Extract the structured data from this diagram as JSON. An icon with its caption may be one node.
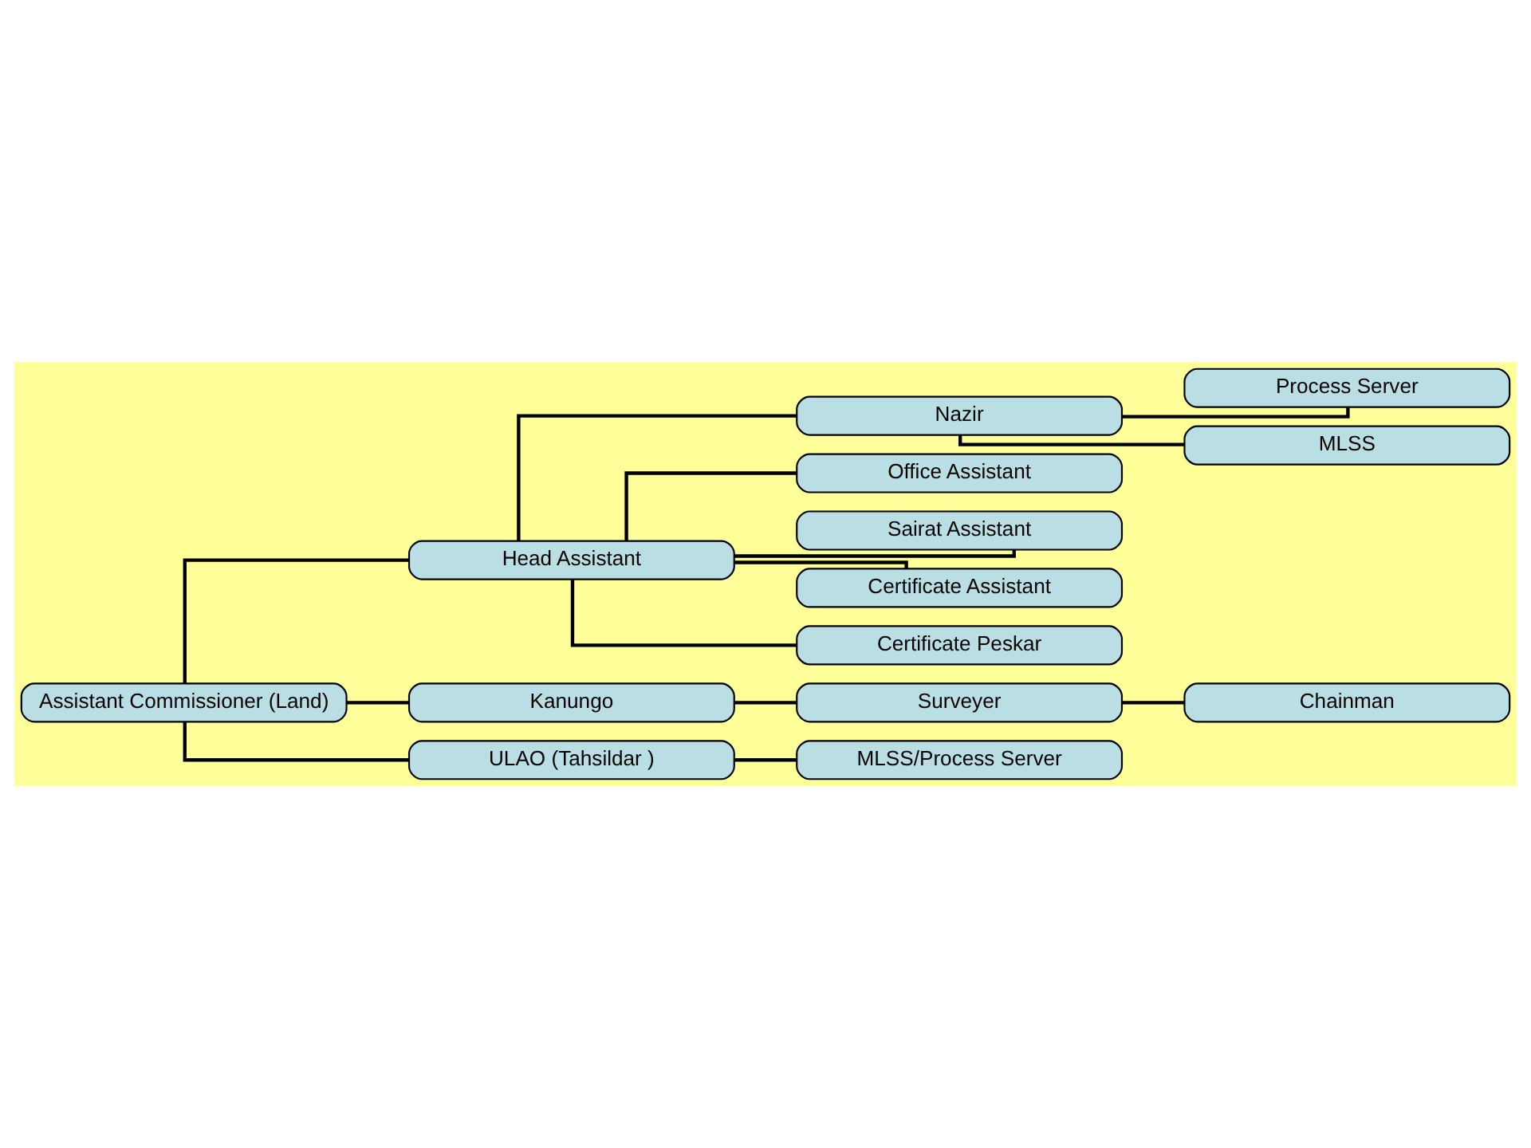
{
  "diagram": {
    "nodes": [
      {
        "text": [
          "Assistant Commissioner (Land)"
        ]
      },
      {
        "text": [
          "Head Assistant"
        ]
      },
      {
        "text": [
          "Nazir"
        ]
      },
      {
        "text": [
          "Process Server"
        ]
      },
      {
        "text": [
          "MLSS"
        ]
      },
      {
        "text": [
          "Office Assistant"
        ]
      },
      {
        "text": [
          "Sairat Assistant"
        ]
      },
      {
        "text": [
          "Certificate Assistant"
        ]
      },
      {
        "text": [
          "Certificate Peskar"
        ]
      },
      {
        "text": [
          "Kanungo"
        ]
      },
      {
        "text": [
          "Surveyer"
        ]
      },
      {
        "text": [
          "Chainman"
        ]
      },
      {
        "text": [
          "ULAO (Tahsildar )"
        ]
      },
      {
        "text": [
          "MLSS/Process Server"
        ]
      }
    ],
    "edges": [
      {
        "from": 0,
        "to": 1,
        "arrow": "none"
      },
      {
        "from": 1,
        "to": 2,
        "arrow": "none"
      },
      {
        "from": 2,
        "to": 3,
        "arrow": "none"
      },
      {
        "from": 2,
        "to": 4,
        "arrow": "none"
      },
      {
        "from": 1,
        "to": 5,
        "arrow": "none"
      },
      {
        "from": 1,
        "to": 6,
        "arrow": "none"
      },
      {
        "from": 1,
        "to": 7,
        "arrow": "none"
      },
      {
        "from": 1,
        "to": 8,
        "arrow": "none"
      },
      {
        "from": 0,
        "to": 9,
        "arrow": "none"
      },
      {
        "from": 9,
        "to": 10,
        "arrow": "none"
      },
      {
        "from": 10,
        "to": 11,
        "arrow": "none"
      },
      {
        "from": 0,
        "to": 12,
        "arrow": "none"
      },
      {
        "from": 12,
        "to": 13,
        "arrow": "none"
      }
    ]
  }
}
